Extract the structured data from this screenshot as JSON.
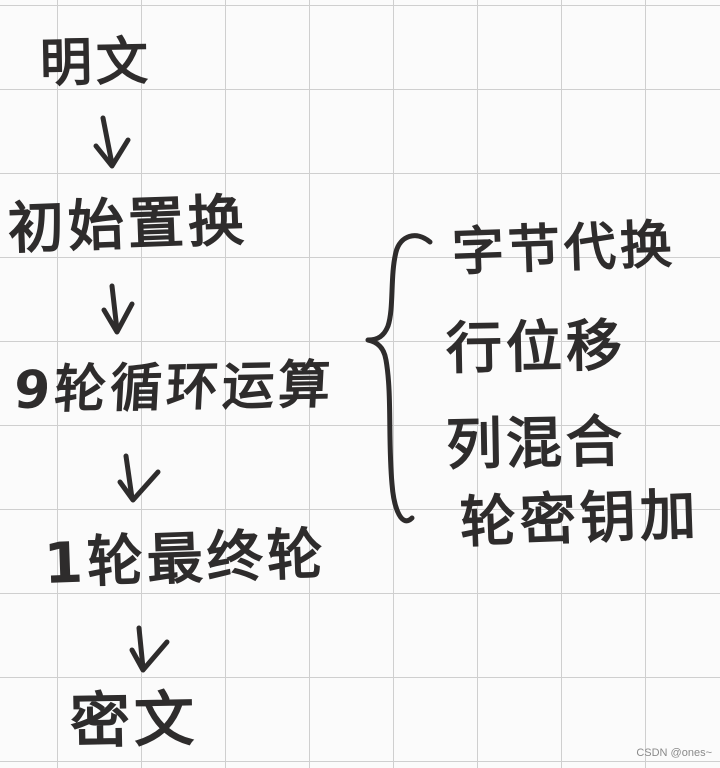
{
  "flow": {
    "plaintext": "明文",
    "initial_substitution": "初始置换",
    "rounds": "9轮循环运算",
    "final_round": "1轮最终轮",
    "ciphertext": "密文"
  },
  "round_steps": [
    "字节代换",
    "行位移",
    "列混合",
    "轮密钥加"
  ],
  "watermark": "CSDN @ones~"
}
